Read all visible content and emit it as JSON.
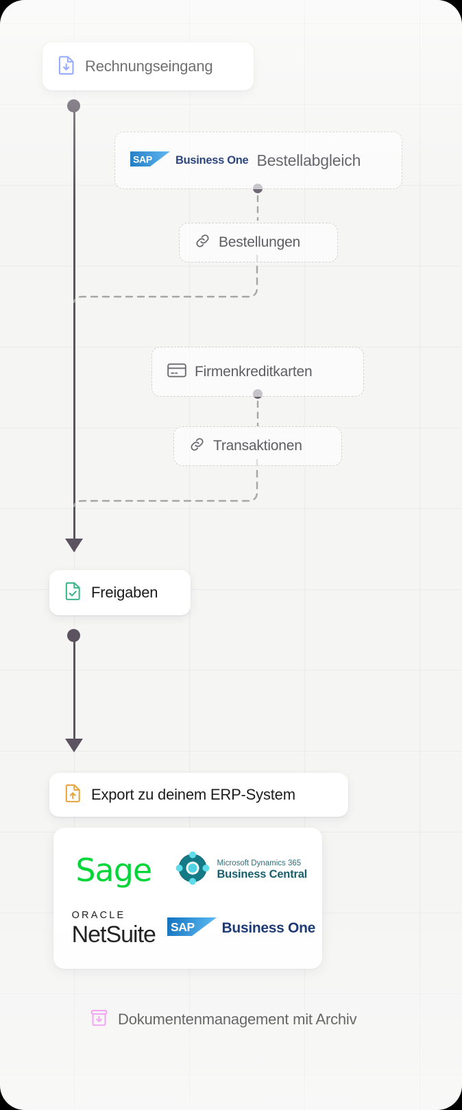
{
  "canvas": {
    "background": "#f5f5f4",
    "accent_spine": "#5c5360"
  },
  "flow": {
    "nodes": [
      {
        "id": "rechnungseingang",
        "label": "Rechnungseingang",
        "icon": "document-download-icon",
        "icon_color": "#5b7cfa",
        "style": "solid"
      },
      {
        "id": "freigaben",
        "label": "Freigaben",
        "icon": "document-check-icon",
        "icon_color": "#3bb488",
        "style": "solid"
      },
      {
        "id": "export",
        "label": "Export zu deinem ERP-System",
        "icon": "document-upload-icon",
        "icon_color": "#e8a33d",
        "style": "solid"
      }
    ],
    "branches": [
      {
        "id": "bestellabgleich",
        "label": "Bestellabgleich",
        "icon": "sap-business-one-logo",
        "style": "dashed"
      },
      {
        "id": "bestellungen",
        "label": "Bestellungen",
        "icon": "link-icon",
        "style": "dashed"
      },
      {
        "id": "firmenkreditkarten",
        "label": "Firmenkreditkarten",
        "icon": "credit-card-icon",
        "style": "dashed"
      },
      {
        "id": "transaktionen",
        "label": "Transaktionen",
        "icon": "link-icon",
        "style": "dashed"
      }
    ]
  },
  "logo_panel": {
    "logos": [
      {
        "id": "sage",
        "name": "Sage",
        "text": "Sage",
        "color": "#00d639"
      },
      {
        "id": "dynamics",
        "name": "Microsoft Dynamics 365 Business Central",
        "line1": "Microsoft Dynamics 365",
        "line2": "Business Central",
        "color": "#18606e"
      },
      {
        "id": "netsuite",
        "name": "Oracle NetSuite",
        "line1": "ORACLE",
        "line2": "NetSuite",
        "color": "#111111"
      },
      {
        "id": "sap",
        "name": "SAP Business One",
        "mark": "SAP",
        "text": "Business One",
        "color": "#12306e"
      }
    ]
  },
  "footer": {
    "label": "Dokumentenmanagement mit Archiv",
    "icon": "archive-download-icon",
    "icon_color": "#ee82ee"
  }
}
